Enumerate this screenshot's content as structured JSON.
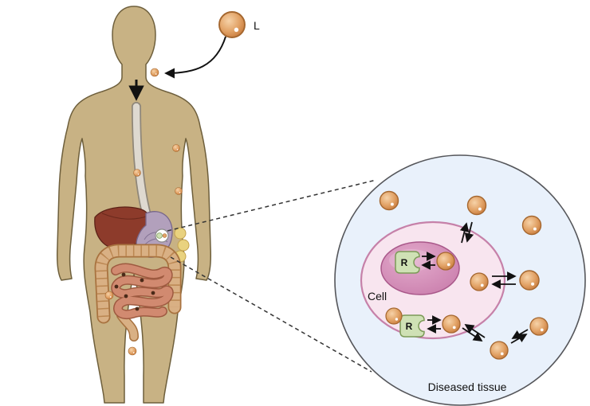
{
  "figure": {
    "ligand_label": "L",
    "cell_label": "Cell",
    "receptor_label_1": "R",
    "receptor_label_2": "R",
    "tissue_label": "Diseased tissue"
  },
  "colors": {
    "body": "#c8b284",
    "body_outline": "#6e5f3c",
    "esophagus": "#ded9d0",
    "liver": "#8d3b2b",
    "stomach": "#b2a0bc",
    "large_intestine": "#d9b084",
    "small_intestine": "#d18a70",
    "omentum": "#e9d27f",
    "ligand_base": "#dd9b5e",
    "ligand_rim": "#a5672f",
    "tissue_fill": "#e9f1fb",
    "tissue_stroke": "#55565a",
    "cell_fill": "#f8e5ef",
    "cell_stroke": "#c681a9",
    "nucleus_fill": "#d593ba",
    "receptor_fill": "#cfe1b5",
    "receptor_stroke": "#7c9a58",
    "arrow": "#111111"
  }
}
